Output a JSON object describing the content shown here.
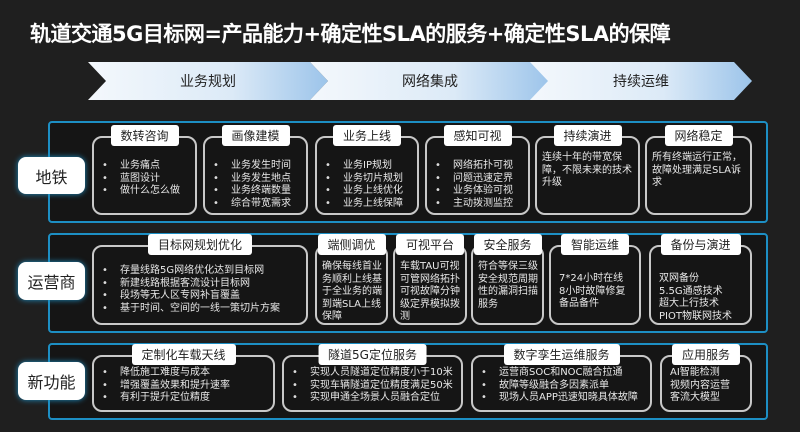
{
  "title": "轨道交通5G目标网=产品能力+确定性SLA的服务+确定性SLA的保障",
  "stages": [
    "业务规划",
    "网络集成",
    "持续运维"
  ],
  "rows": [
    {
      "label": "地铁",
      "cards": [
        {
          "title": "数转咨询",
          "items": [
            "业务痛点",
            "蓝图设计",
            "做什么怎么做"
          ]
        },
        {
          "title": "画像建模",
          "items": [
            "业务发生时间",
            "业务发生地点",
            "业务终端数量",
            "综合带宽需求"
          ]
        },
        {
          "title": "业务上线",
          "items": [
            "业务IP规划",
            "业务切片规划",
            "业务上线优化",
            "业务上线保障"
          ]
        },
        {
          "title": "感知可视",
          "items": [
            "网络拓扑可视",
            "问题迅速定界",
            "业务体验可视",
            "主动拨测监控"
          ]
        },
        {
          "title": "持续演进",
          "text": "连续十年的带宽保障，不限未来的技术升级"
        },
        {
          "title": "网络稳定",
          "text": "所有终端运行正常，故障处理满足SLA诉求"
        }
      ]
    },
    {
      "label": "运营商",
      "cards": [
        {
          "title": "目标网规划优化",
          "items": [
            "存量线路5G网络优化达到目标网",
            "新建线路根据客流设计目标网",
            "段场等无人区专网补盲覆盖",
            "基于时间、空间的一线一策切片方案"
          ]
        },
        {
          "title": "端侧调优",
          "text": "确保每线首业务顺利上线基于全业务的端到端SLA上线保障"
        },
        {
          "title": "可视平台",
          "text": "车载TAU可视可管网络拓扑可视故障分钟级定界模拟拨测"
        },
        {
          "title": "安全服务",
          "text": "符合等保三级安全规范周期性的漏洞扫描服务"
        },
        {
          "title": "智能运维",
          "lines": [
            "7*24小时在线",
            "8小时故障修复",
            "备品备件"
          ]
        },
        {
          "title": "备份与演进",
          "lines": [
            "双网备份",
            "5.5G通感技术",
            "超大上行技术",
            "PIOT物联网技术"
          ]
        }
      ]
    },
    {
      "label": "新功能",
      "cards": [
        {
          "title": "定制化车载天线",
          "items": [
            "降低施工难度与成本",
            "增强覆盖效果和提升速率",
            "有利于提升定位精度"
          ]
        },
        {
          "title": "隧道5G定位服务",
          "items": [
            "实现人员隧道定位精度小于10米",
            "实现车辆隧道定位精度满足50米",
            "实现申通全场景人员融合定位"
          ]
        },
        {
          "title": "数字孪生运维服务",
          "items": [
            "运营商SOC和NOC融合拉通",
            "故障等级融合多因素派单",
            "现场人员APP迅速知晓具体故障"
          ]
        },
        {
          "title": "应用服务",
          "lines": [
            "AI智能检测",
            "视频内容运营",
            "客流大模型"
          ]
        }
      ]
    }
  ]
}
